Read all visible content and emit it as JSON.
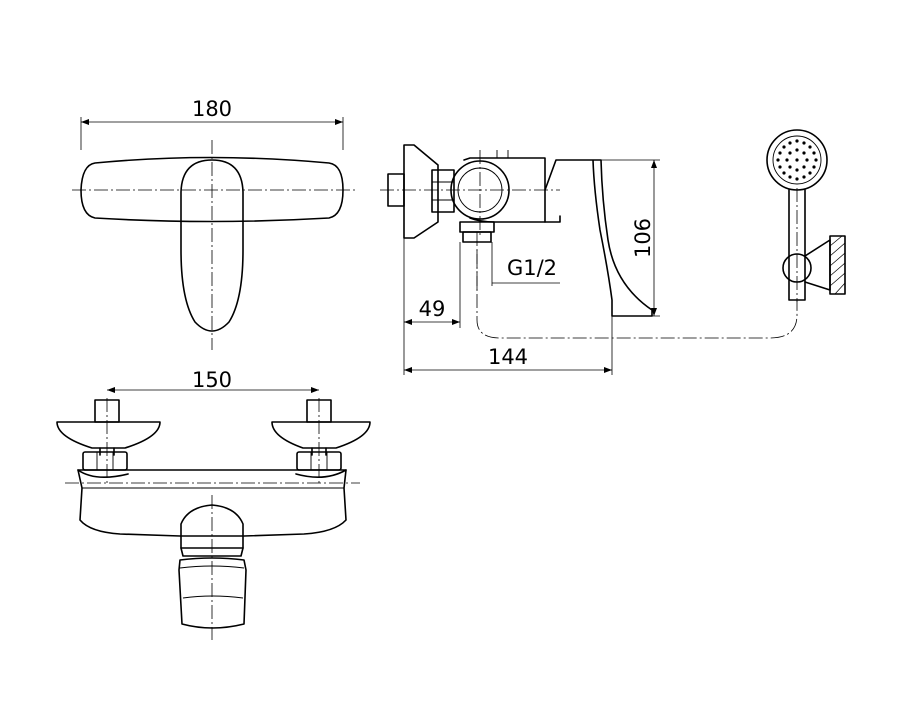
{
  "dimensions": {
    "width_top": "180",
    "width_bottom": "150",
    "height_side": "106",
    "thread": "G1/2",
    "depth_inlet": "49",
    "depth_total": "144"
  }
}
